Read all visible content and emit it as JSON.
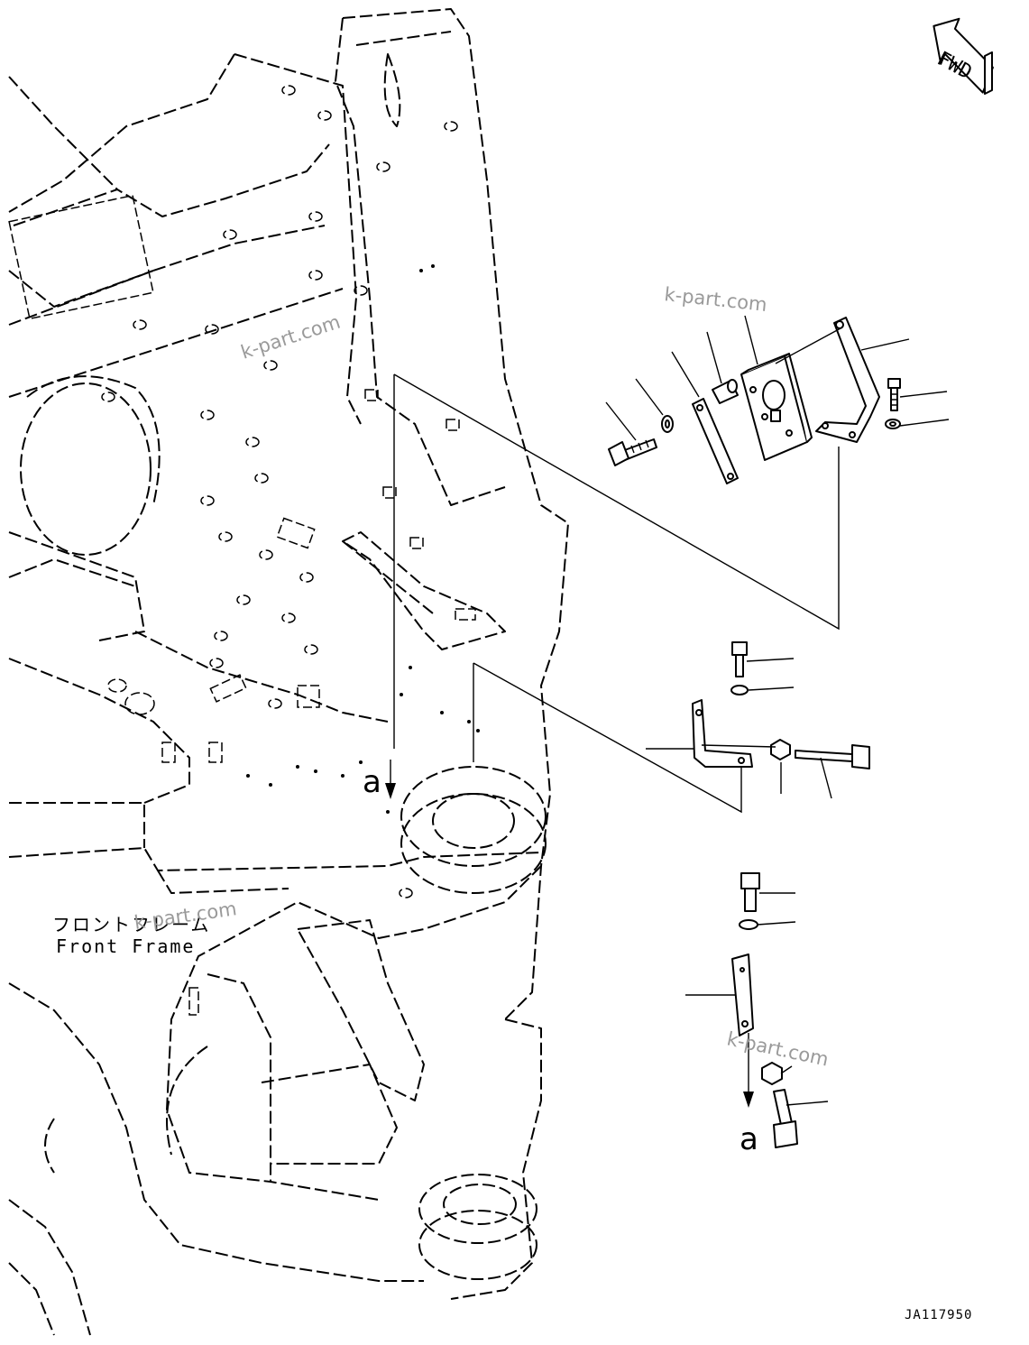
{
  "diagram": {
    "direction_arrow_text": "FWD",
    "frame_label_jp": "フロントフレーム",
    "frame_label_en": "Front Frame",
    "drawing_number": "JA117950",
    "watermark_text": "k-part.com",
    "reference_mark": "a"
  }
}
